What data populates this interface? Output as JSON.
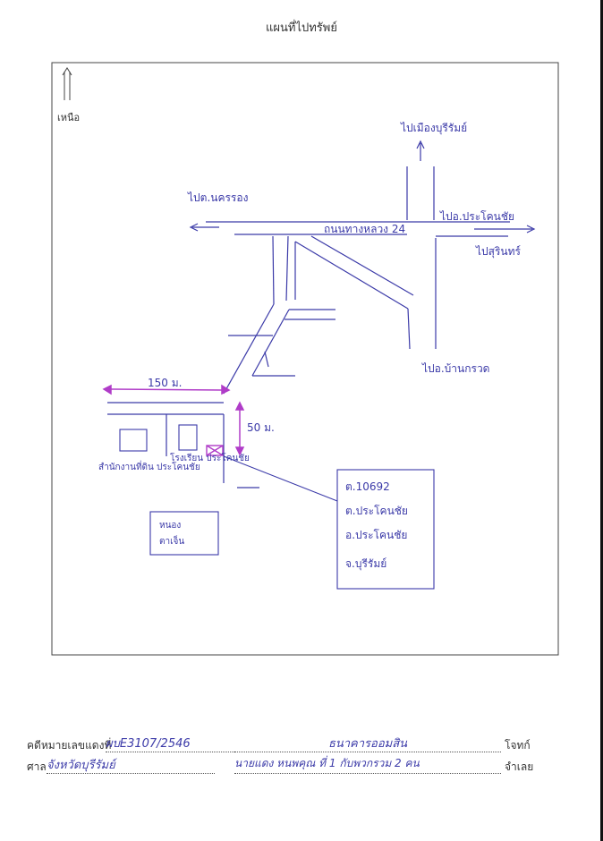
{
  "page": {
    "title": "แผนที่ไปทรัพย์"
  },
  "map": {
    "north_label": "เหนือ",
    "labels": {
      "to_burirum_market": "ไปเมืองบุรีรัมย์",
      "to_nakhon": "ไปต.นครรอง",
      "to_prakhon": "ไปอ.ประโคนชัย",
      "road_name": "ถนนทางหลวง 24",
      "to_surin": "ไปสุรินทร์",
      "to_ban_kruat": "ไปอ.บ้านกรวด",
      "distance_horizontal": "150 ม.",
      "distance_vertical": "50 ม.",
      "landmark_bank": "สำนักงานที่ดิน ประโคนชัย",
      "landmark_school": "โรงเรียน ประโคนชัย",
      "canal": "หนอง ตาเจ็น",
      "property_box": [
        "ต.10692",
        "ต.ประโคนชัย",
        "อ.ประโคนชัย",
        "จ.บุรีรัมย์"
      ]
    },
    "colors": {
      "ink": "#3b3aa8",
      "marker": "#b03cc8",
      "print": "#333333"
    }
  },
  "footer": {
    "case_label": "คดีหมายเลขแดงที่",
    "case_value": "ผบE3107/2546",
    "court_label": "ศาล",
    "court_value": "จังหวัดบุรีรัมย์",
    "plaintiff_value": "ธนาคารออมสิน",
    "plaintiff_suffix": "โจทก์",
    "defendant_value": "นายแดง หนพคุณ ที่ 1 กับพวกรวม 2 คน",
    "defendant_suffix": "จำเลย"
  }
}
